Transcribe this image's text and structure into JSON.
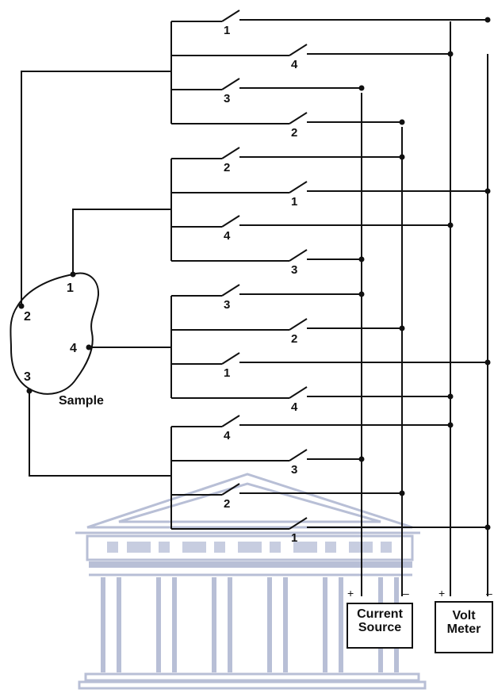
{
  "sample": {
    "label": "Sample",
    "contacts": [
      {
        "label": "1"
      },
      {
        "label": "2"
      },
      {
        "label": "4"
      },
      {
        "label": "3"
      }
    ]
  },
  "switch_groups": [
    {
      "switches": [
        "1",
        "4",
        "3",
        "2"
      ]
    },
    {
      "switches": [
        "2",
        "1",
        "4",
        "3"
      ]
    },
    {
      "switches": [
        "3",
        "2",
        "1",
        "4"
      ]
    },
    {
      "switches": [
        "4",
        "3",
        "2",
        "1"
      ]
    }
  ],
  "instruments": {
    "current_source": {
      "line1": "Current",
      "line2": "Source",
      "plus": "+",
      "minus": "–"
    },
    "volt_meter": {
      "line1": "Volt",
      "line2": "Meter",
      "plus": "+",
      "minus": "–"
    }
  },
  "colors": {
    "line": "#111111",
    "watermark": "#b8bfd6",
    "watermark_dark": "#8d97bd"
  },
  "watermark": "university-building-logo"
}
